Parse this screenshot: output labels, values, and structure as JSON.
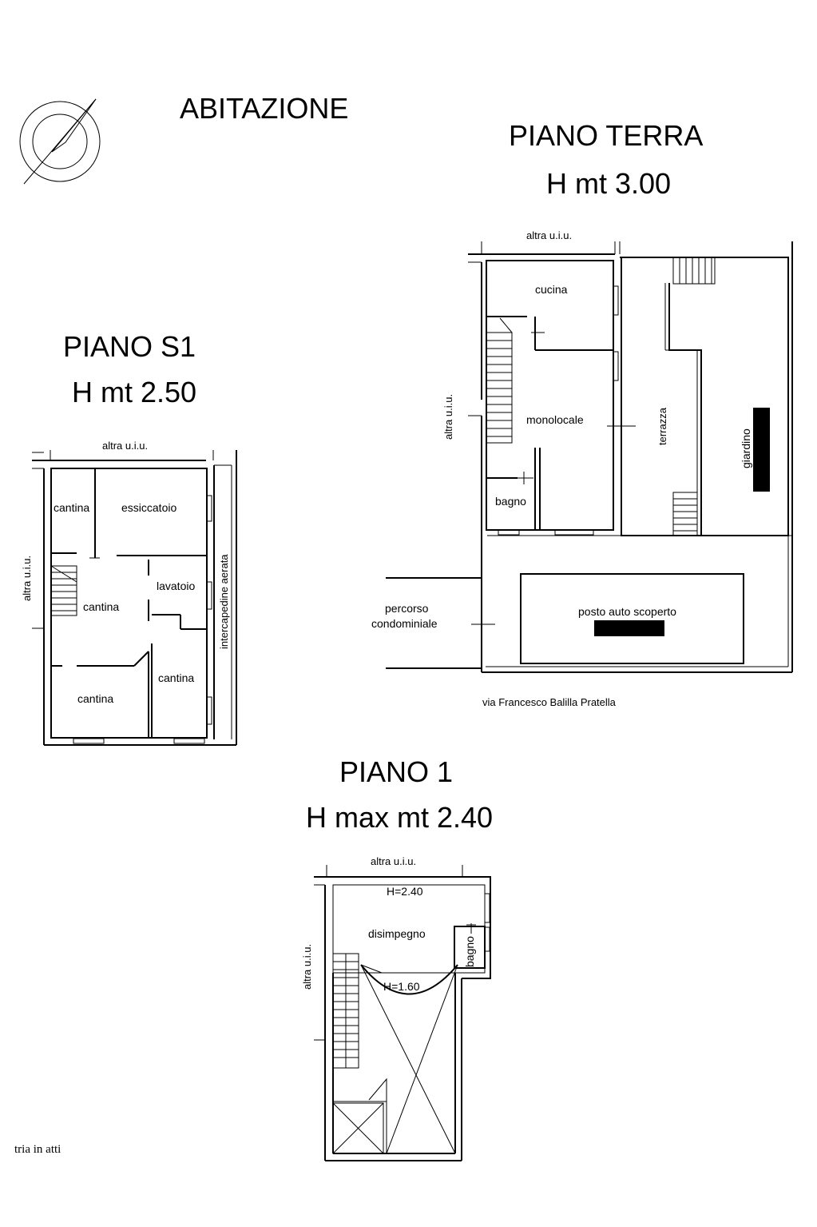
{
  "header": {
    "main_title": "ABITAZIONE",
    "ground_title": "PIANO TERRA",
    "ground_height": "H mt 3.00",
    "basement_title": "PIANO S1",
    "basement_height": "H mt 2.50",
    "first_title": "PIANO 1",
    "first_height": "H max mt 2.40"
  },
  "icons": {
    "compass": "north-arrow-icon"
  },
  "basement": {
    "neighbor_top": "altra u.i.u.",
    "neighbor_left": "altra u.i.u.",
    "cantina_1": "cantina",
    "essiccatoio": "essiccatoio",
    "lavatoio": "lavatoio",
    "cantina_2": "cantina",
    "cantina_3": "cantina",
    "cantina_4": "cantina",
    "intercapedine": "intercapedine aerata"
  },
  "ground": {
    "neighbor_top": "altra u.i.u.",
    "neighbor_left": "altra u.i.u.",
    "cucina": "cucina",
    "monolocale": "monolocale",
    "bagno": "bagno",
    "terrazza": "terrazza",
    "giardino": "giardino",
    "percorso_1": "percorso",
    "percorso_2": "condominiale",
    "posto_auto": "posto auto scoperto",
    "street": "via Francesco Balilla Pratella"
  },
  "first": {
    "neighbor_top": "altra u.i.u.",
    "neighbor_left": "altra u.i.u.",
    "h_top": "H=2.40",
    "disimpegno": "disimpegno",
    "bagno": "bagno",
    "h_arc": "H=1.60"
  },
  "footer": {
    "note": "tria in atti"
  }
}
